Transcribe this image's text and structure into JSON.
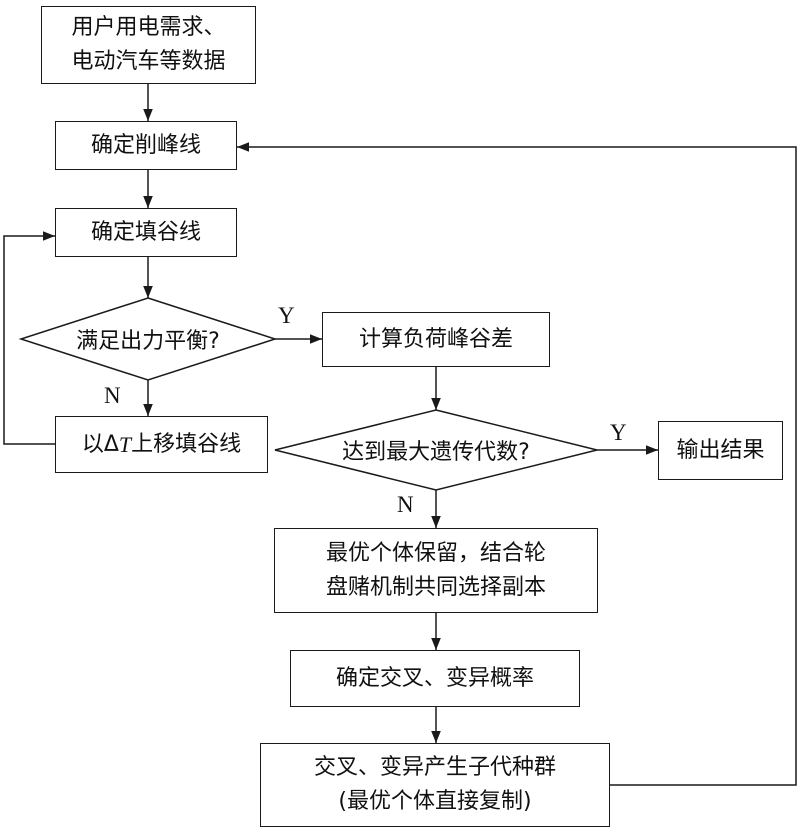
{
  "nodes": {
    "input_data": "用户用电需求、\n电动汽车等数据",
    "peak_line": "确定削峰线",
    "valley_line": "确定填谷线",
    "balance_check": "满足出力平衡?",
    "shift_valley": {
      "prefix": "以Δ",
      "var": "T",
      "suffix": "上移填谷线"
    },
    "peak_valley_diff": "计算负荷峰谷差",
    "max_gen_check": "达到最大遗传代数?",
    "output": "输出结果",
    "selection": "最优个体保留，结合轮\n盘赌机制共同选择副本",
    "crossover_mutation_prob": "确定交叉、变异概率",
    "offspring": "交叉、变异产生子代种群\n(最优个体直接复制)"
  },
  "edge_labels": {
    "balance_yes": "Y",
    "balance_no": "N",
    "maxgen_yes": "Y",
    "maxgen_no": "N"
  }
}
